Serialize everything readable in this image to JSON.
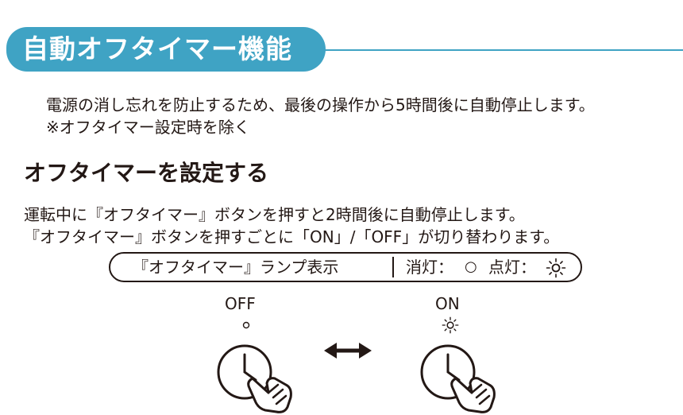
{
  "header": {
    "title": "自動オフタイマー機能"
  },
  "intro": {
    "line1": "電源の消し忘れを防止するため、最後の操作から5時間後に自動停止します。",
    "line2": "※オフタイマー設定時を除く"
  },
  "section": {
    "title": "オフタイマーを設定する",
    "desc_line1": "運転中に『オフタイマー』ボタンを押すと2時間後に自動停止します。",
    "desc_line2": "『オフタイマー』ボタンを押すごとに「ON」/「OFF」が切り替わります。"
  },
  "lamp": {
    "label": "『オフタイマー』ランプ表示",
    "off_label": "消灯：",
    "off_mark": "○",
    "on_label": "点灯：",
    "on_icon": "lit-lamp-icon"
  },
  "states": {
    "off_label": "OFF",
    "on_label": "ON"
  },
  "colors": {
    "accent": "#3fa3c4",
    "text": "#231815"
  }
}
